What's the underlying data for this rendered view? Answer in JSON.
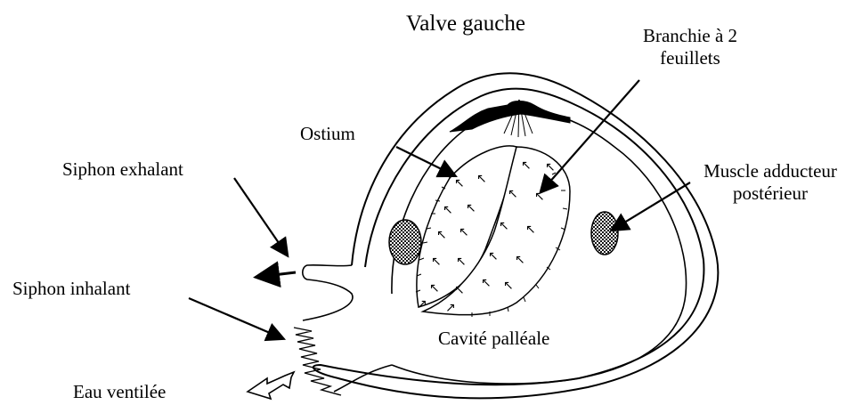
{
  "labels": {
    "title": "Valve gauche",
    "branchie_line1": "Branchie à 2",
    "branchie_line2": "feuillets",
    "ostium": "Ostium",
    "siphon_exhalant": "Siphon exhalant",
    "muscle_line1": "Muscle adducteur",
    "muscle_line2": "postérieur",
    "siphon_inhalant": "Siphon inhalant",
    "cavite": "Cavité palléale",
    "eau": "Eau ventilée"
  },
  "colors": {
    "ink": "#000000",
    "background": "#ffffff"
  }
}
